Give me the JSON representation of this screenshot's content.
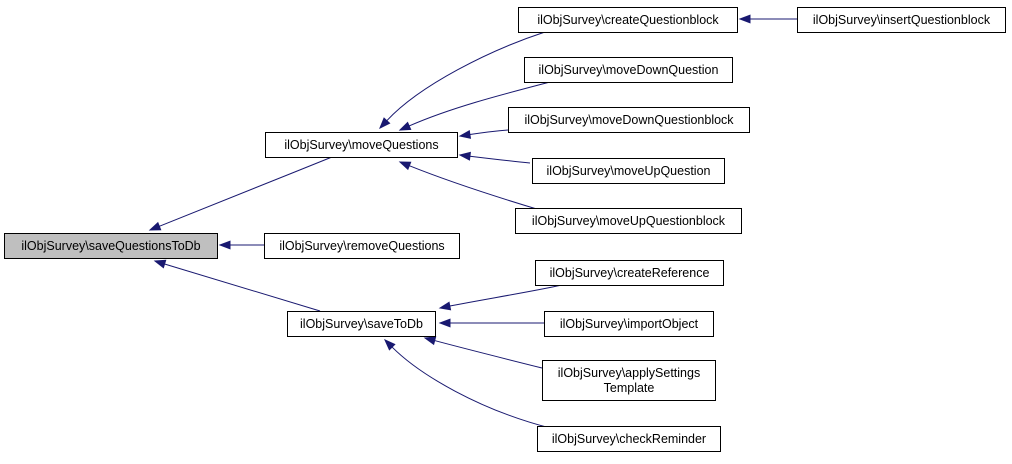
{
  "graph": {
    "nodes": [
      {
        "id": "saveQuestionsToDb",
        "lines": [
          "ilObjSurvey\\saveQuestionsToDb"
        ],
        "root": true
      },
      {
        "id": "moveQuestions",
        "lines": [
          "ilObjSurvey\\moveQuestions"
        ]
      },
      {
        "id": "removeQuestions",
        "lines": [
          "ilObjSurvey\\removeQuestions"
        ]
      },
      {
        "id": "saveToDb",
        "lines": [
          "ilObjSurvey\\saveToDb"
        ]
      },
      {
        "id": "createQuestionblock",
        "lines": [
          "ilObjSurvey\\createQuestionblock"
        ]
      },
      {
        "id": "insertQuestionblock",
        "lines": [
          "ilObjSurvey\\insertQuestionblock"
        ]
      },
      {
        "id": "moveDownQuestion",
        "lines": [
          "ilObjSurvey\\moveDownQuestion"
        ]
      },
      {
        "id": "moveDownQuestionblock",
        "lines": [
          "ilObjSurvey\\moveDownQuestionblock"
        ]
      },
      {
        "id": "moveUpQuestion",
        "lines": [
          "ilObjSurvey\\moveUpQuestion"
        ]
      },
      {
        "id": "moveUpQuestionblock",
        "lines": [
          "ilObjSurvey\\moveUpQuestionblock"
        ]
      },
      {
        "id": "createReference",
        "lines": [
          "ilObjSurvey\\createReference"
        ]
      },
      {
        "id": "importObject",
        "lines": [
          "ilObjSurvey\\importObject"
        ]
      },
      {
        "id": "applySettingsTemplate",
        "lines": [
          "ilObjSurvey\\applySettings",
          "Template"
        ]
      },
      {
        "id": "checkReminder",
        "lines": [
          "ilObjSurvey\\checkReminder"
        ]
      }
    ],
    "edges": [
      {
        "from": "moveQuestions",
        "to": "saveQuestionsToDb"
      },
      {
        "from": "removeQuestions",
        "to": "saveQuestionsToDb"
      },
      {
        "from": "saveToDb",
        "to": "saveQuestionsToDb"
      },
      {
        "from": "createQuestionblock",
        "to": "moveQuestions"
      },
      {
        "from": "moveDownQuestion",
        "to": "moveQuestions"
      },
      {
        "from": "moveDownQuestionblock",
        "to": "moveQuestions"
      },
      {
        "from": "moveUpQuestion",
        "to": "moveQuestions"
      },
      {
        "from": "moveUpQuestionblock",
        "to": "moveQuestions"
      },
      {
        "from": "insertQuestionblock",
        "to": "createQuestionblock"
      },
      {
        "from": "createReference",
        "to": "saveToDb"
      },
      {
        "from": "importObject",
        "to": "saveToDb"
      },
      {
        "from": "applySettingsTemplate",
        "to": "saveToDb"
      },
      {
        "from": "checkReminder",
        "to": "saveToDb"
      }
    ]
  }
}
